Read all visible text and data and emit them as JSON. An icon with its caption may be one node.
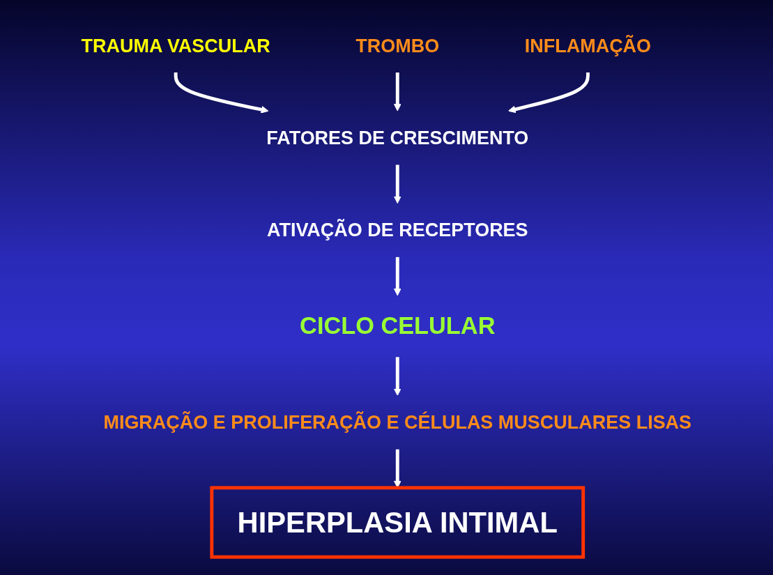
{
  "diagram": {
    "nodes": [
      {
        "text": [
          "TRAUMA VASCULAR"
        ]
      },
      {
        "text": [
          "TROMBO"
        ]
      },
      {
        "text": [
          "INFLAMAÇÃO"
        ]
      },
      {
        "text": [
          "FATORES DE CRESCIMENTO"
        ]
      },
      {
        "text": [
          "ATIVAÇÃO DE RECEPTORES"
        ]
      },
      {
        "text": [
          "CICLO CELULAR"
        ]
      },
      {
        "text": [
          "MIGRAÇÃO E PROLIFERAÇÃO E CÉLULAS MUSCULARES LISAS"
        ]
      },
      {
        "text": [
          "HIPERPLASIA INTIMAL"
        ]
      }
    ],
    "edges": [
      {
        "from": 0,
        "to": 3,
        "arrow": "to"
      },
      {
        "from": 1,
        "to": 3,
        "arrow": "to"
      },
      {
        "from": 2,
        "to": 3,
        "arrow": "to"
      },
      {
        "from": 3,
        "to": 4,
        "arrow": "to"
      },
      {
        "from": 4,
        "to": 5,
        "arrow": "to"
      },
      {
        "from": 5,
        "to": 6,
        "arrow": "to"
      },
      {
        "from": 6,
        "to": 7,
        "arrow": "to"
      }
    ]
  }
}
